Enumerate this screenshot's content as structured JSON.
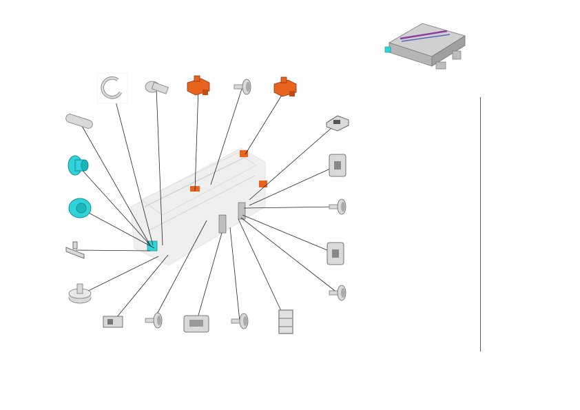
{
  "colors": {
    "part_gray": "#d9d9d9",
    "part_dark": "#8c8c8c",
    "part_orange": "#e8641e",
    "part_cyan": "#2fd3d8",
    "leader_line": "#222222",
    "ghost_assembly": "#e3e3e3",
    "divider": "#555555"
  },
  "diagram": {
    "type": "exploded-parts-view",
    "parts": [
      {
        "id": "e-ring",
        "icon": "e-ring-icon",
        "color": "part_gray"
      },
      {
        "id": "pin",
        "icon": "pin-icon",
        "color": "part_gray"
      },
      {
        "id": "orange-bracket-small",
        "icon": "bracket-icon",
        "color": "part_orange"
      },
      {
        "id": "shoulder-screw-top",
        "icon": "screw-icon",
        "color": "part_gray"
      },
      {
        "id": "orange-bracket-large",
        "icon": "bracket-icon",
        "color": "part_orange"
      },
      {
        "id": "shaft",
        "icon": "shaft-icon",
        "color": "part_gray"
      },
      {
        "id": "cyan-gear",
        "icon": "gear-icon",
        "color": "part_cyan"
      },
      {
        "id": "cyan-bushing",
        "icon": "bushing-icon",
        "color": "part_cyan"
      },
      {
        "id": "small-lever",
        "icon": "lever-icon",
        "color": "part_gray"
      },
      {
        "id": "cam",
        "icon": "cam-icon",
        "color": "part_gray"
      },
      {
        "id": "clip-right-top",
        "icon": "clip-icon",
        "color": "part_gray"
      },
      {
        "id": "holder-right",
        "icon": "holder-icon",
        "color": "part_gray"
      },
      {
        "id": "screw-right",
        "icon": "screw-icon",
        "color": "part_gray"
      },
      {
        "id": "bracket-right",
        "icon": "holder-icon",
        "color": "part_gray"
      },
      {
        "id": "screw-right-bottom",
        "icon": "screw-icon",
        "color": "part_gray"
      },
      {
        "id": "latch-bottom",
        "icon": "latch-icon",
        "color": "part_gray"
      },
      {
        "id": "screw-bottom-small",
        "icon": "screw-icon",
        "color": "part_gray"
      },
      {
        "id": "frame-bottom",
        "icon": "frame-icon",
        "color": "part_gray"
      },
      {
        "id": "shoulder-screw-bottom",
        "icon": "screw-icon",
        "color": "part_gray"
      },
      {
        "id": "plate-bottom",
        "icon": "plate-icon",
        "color": "part_dark"
      }
    ]
  }
}
